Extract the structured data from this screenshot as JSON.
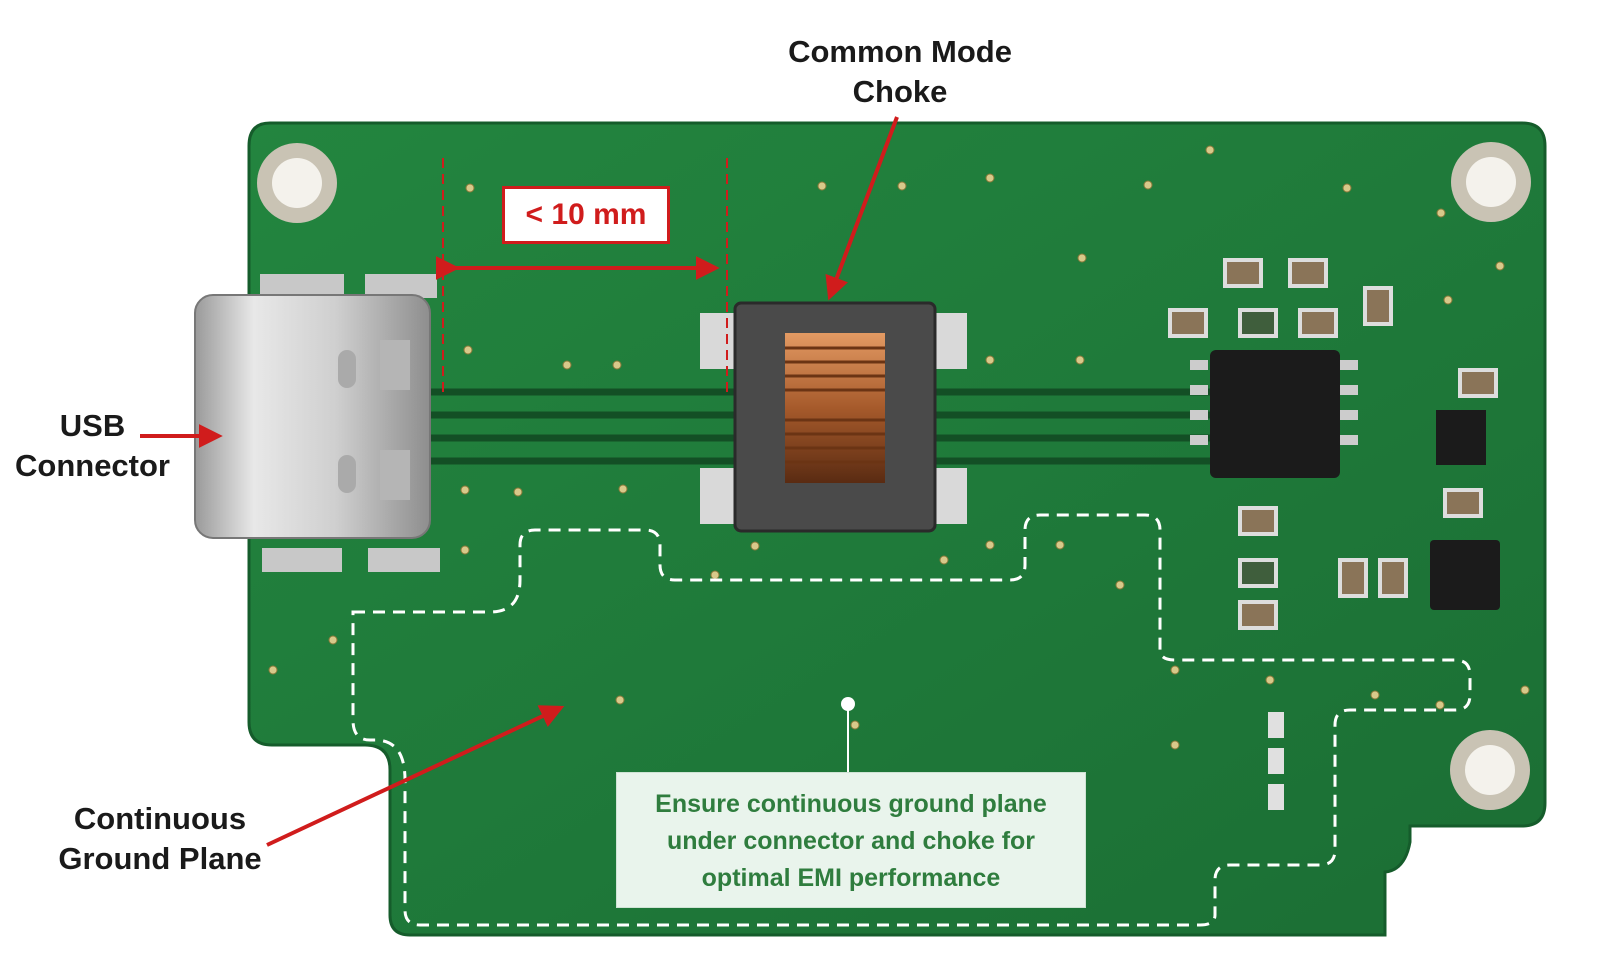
{
  "labels": {
    "choke": [
      "Common Mode",
      "Choke"
    ],
    "usb": [
      "USB",
      "Connector"
    ],
    "ground": [
      "Continuous",
      "Ground Plane"
    ],
    "measurement": "< 10 mm"
  },
  "note": [
    "Ensure continuous ground plane",
    "under connector and choke for",
    "optimal EMI performance"
  ],
  "colors": {
    "pcb_green": "#1f7a3a",
    "annotation_red": "#d01c1c",
    "note_text": "#2f7d3e",
    "note_bg": "#e9f4ec"
  }
}
